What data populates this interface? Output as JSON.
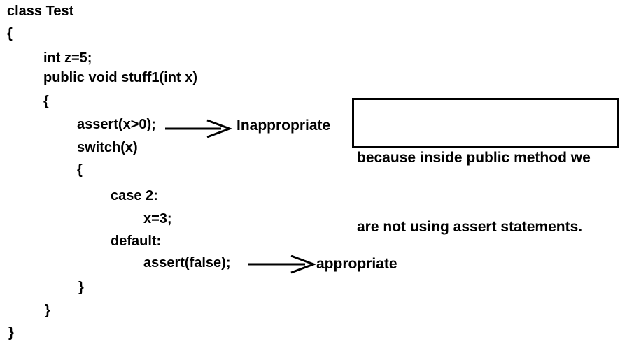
{
  "code": {
    "lines": [
      {
        "text": "class Test"
      },
      {
        "text": "{"
      },
      {
        "text": "int z=5;"
      },
      {
        "text": "public void stuff1(int x)"
      },
      {
        "text": "{"
      },
      {
        "text": "assert(x>0);"
      },
      {
        "text": "switch(x)"
      },
      {
        "text": "{"
      },
      {
        "text": "case 2:"
      },
      {
        "text": "x=3;"
      },
      {
        "text": "default:"
      },
      {
        "text": "assert(false);"
      },
      {
        "text": "}"
      },
      {
        "text": "}"
      },
      {
        "text": "}"
      }
    ]
  },
  "annotations": {
    "inappropriate": {
      "label": "Inappropriate"
    },
    "appropriate": {
      "label": "appropriate"
    }
  },
  "note_box": {
    "lines": [
      "because inside public method we",
      "are not using assert statements."
    ]
  },
  "icons": {
    "arrow_right": "right-arrow"
  },
  "colors": {
    "text": "#000000",
    "background": "#ffffff",
    "box_border": "#000000",
    "arrow": "#000000"
  }
}
